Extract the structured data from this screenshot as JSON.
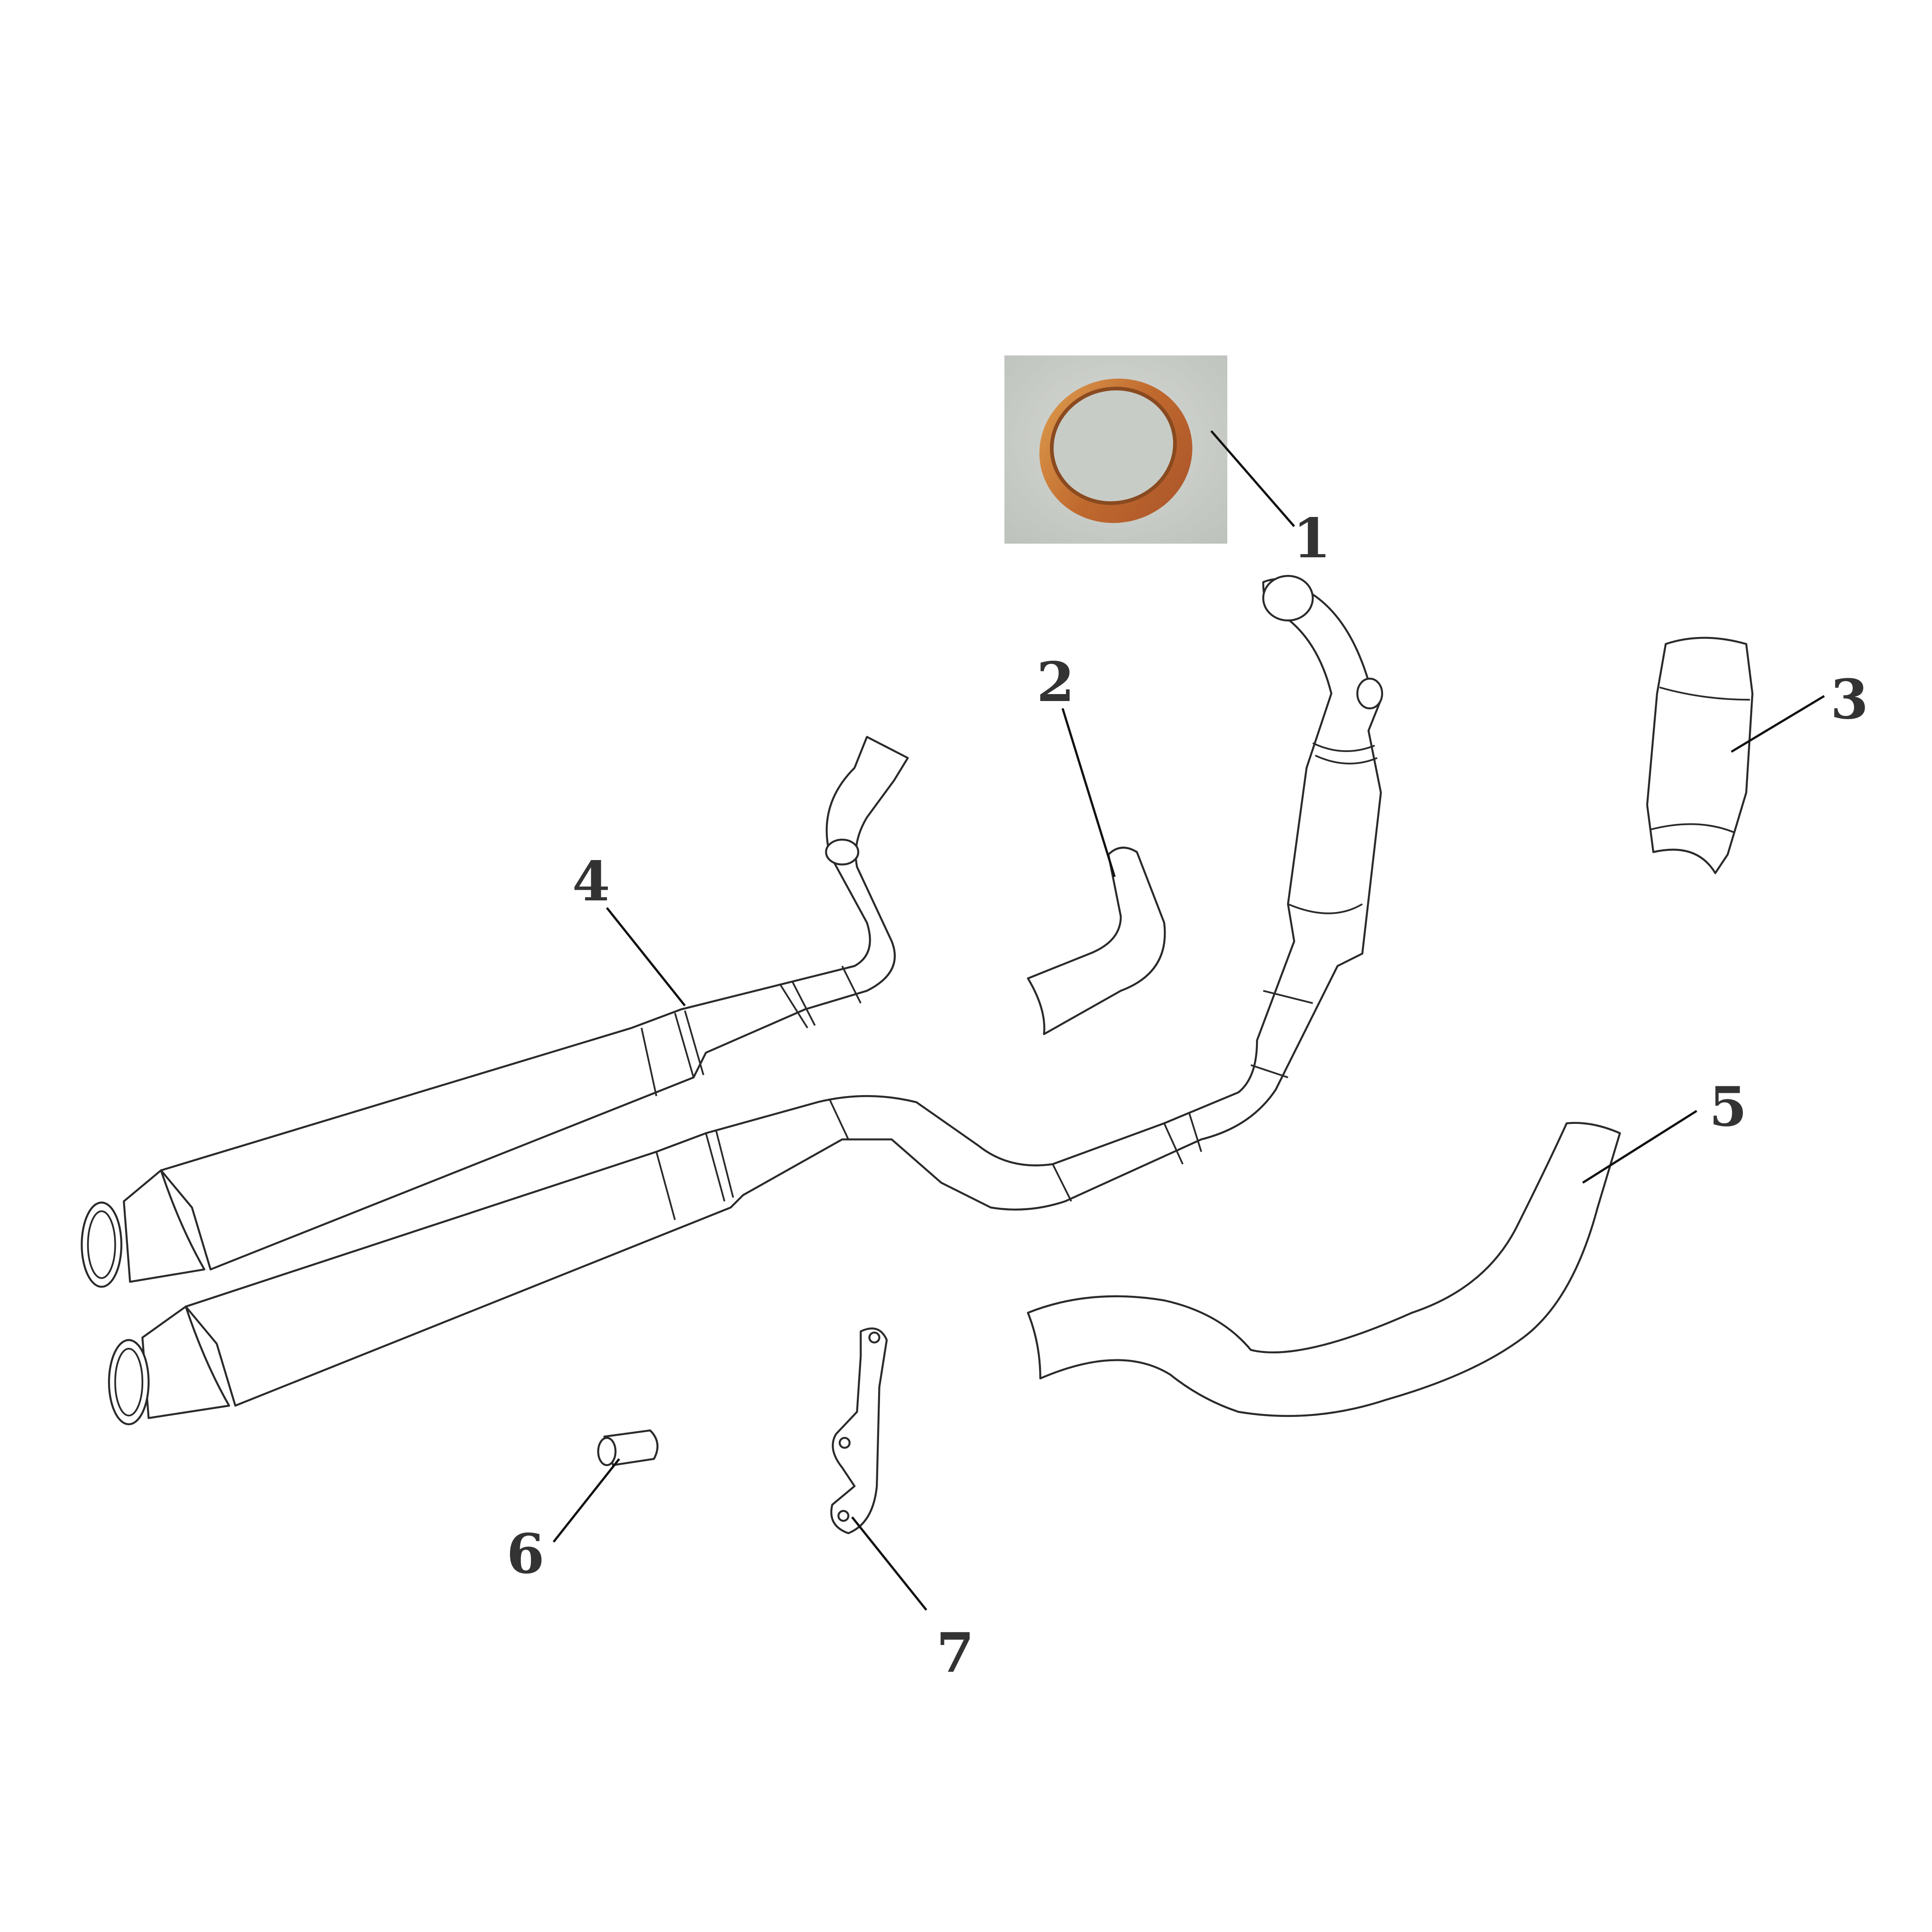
{
  "diagram": {
    "type": "exploded parts diagram",
    "callouts": [
      {
        "number": "1",
        "part": "gasket"
      },
      {
        "number": "2",
        "part": "pipe-elbow"
      },
      {
        "number": "3",
        "part": "heat-shield"
      },
      {
        "number": "4",
        "part": "exhaust-system"
      },
      {
        "number": "5",
        "part": "pipe-cover"
      },
      {
        "number": "6",
        "part": "spacer-sleeve"
      },
      {
        "number": "7",
        "part": "bracket"
      }
    ],
    "colors": {
      "gasket": "#c0692e",
      "photo_background": "#c9cdc8",
      "line": "#2a2a2a"
    }
  }
}
